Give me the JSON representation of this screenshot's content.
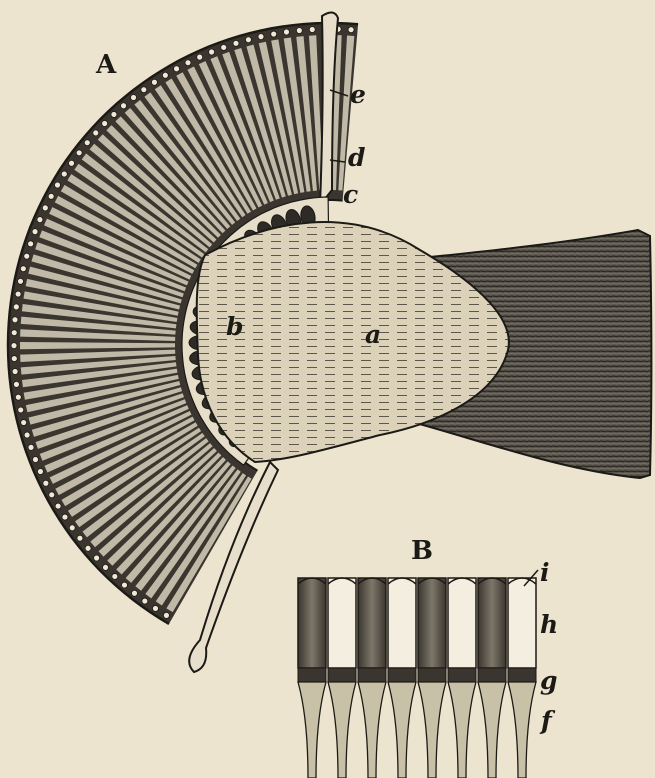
{
  "figure": {
    "panel_labels": {
      "a": "A",
      "b": "B"
    },
    "part_labels": {
      "a": "a",
      "b": "b",
      "c": "c",
      "d": "d",
      "e": "e",
      "f": "f",
      "g": "g",
      "h": "h",
      "i": "i"
    }
  },
  "colors": {
    "paper": "#ece4cf",
    "ink": "#1c1a16",
    "rod_dark": "#2e2b26",
    "rod_light": "#d8d0bc",
    "core": "#d9cfb6",
    "stalk": "#4a4640"
  }
}
